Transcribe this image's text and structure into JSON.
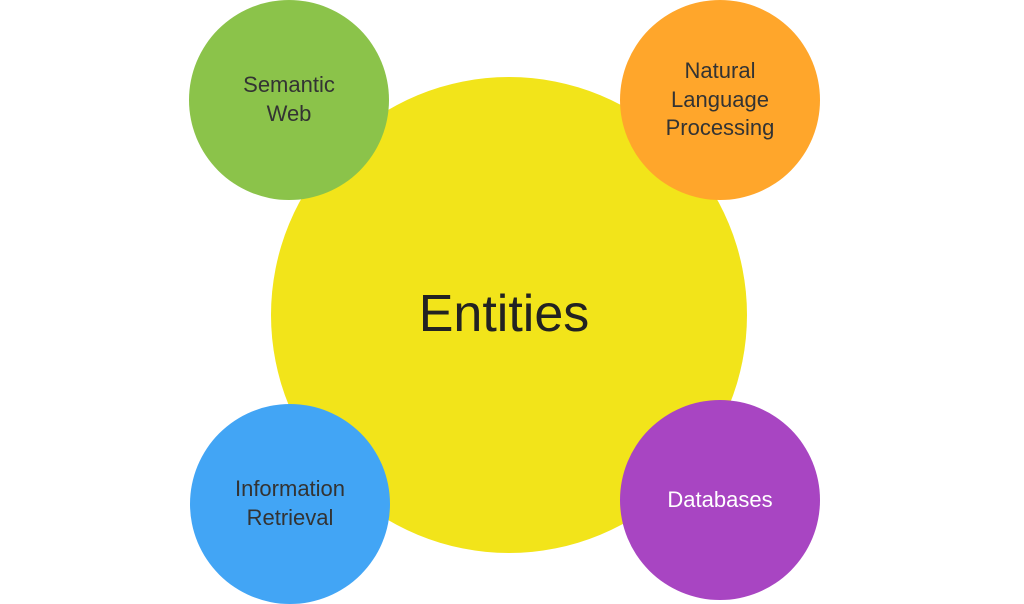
{
  "diagram": {
    "center": {
      "label": "Entities",
      "color": "#f2e41a"
    },
    "satellites": [
      {
        "label": "Semantic\nWeb",
        "color": "#8bc34a"
      },
      {
        "label": "Natural\nLanguage\nProcessing",
        "color": "#ffa62b"
      },
      {
        "label": "Information\nRetrieval",
        "color": "#42a5f5"
      },
      {
        "label": "Databases",
        "color": "#a845c2"
      }
    ]
  }
}
